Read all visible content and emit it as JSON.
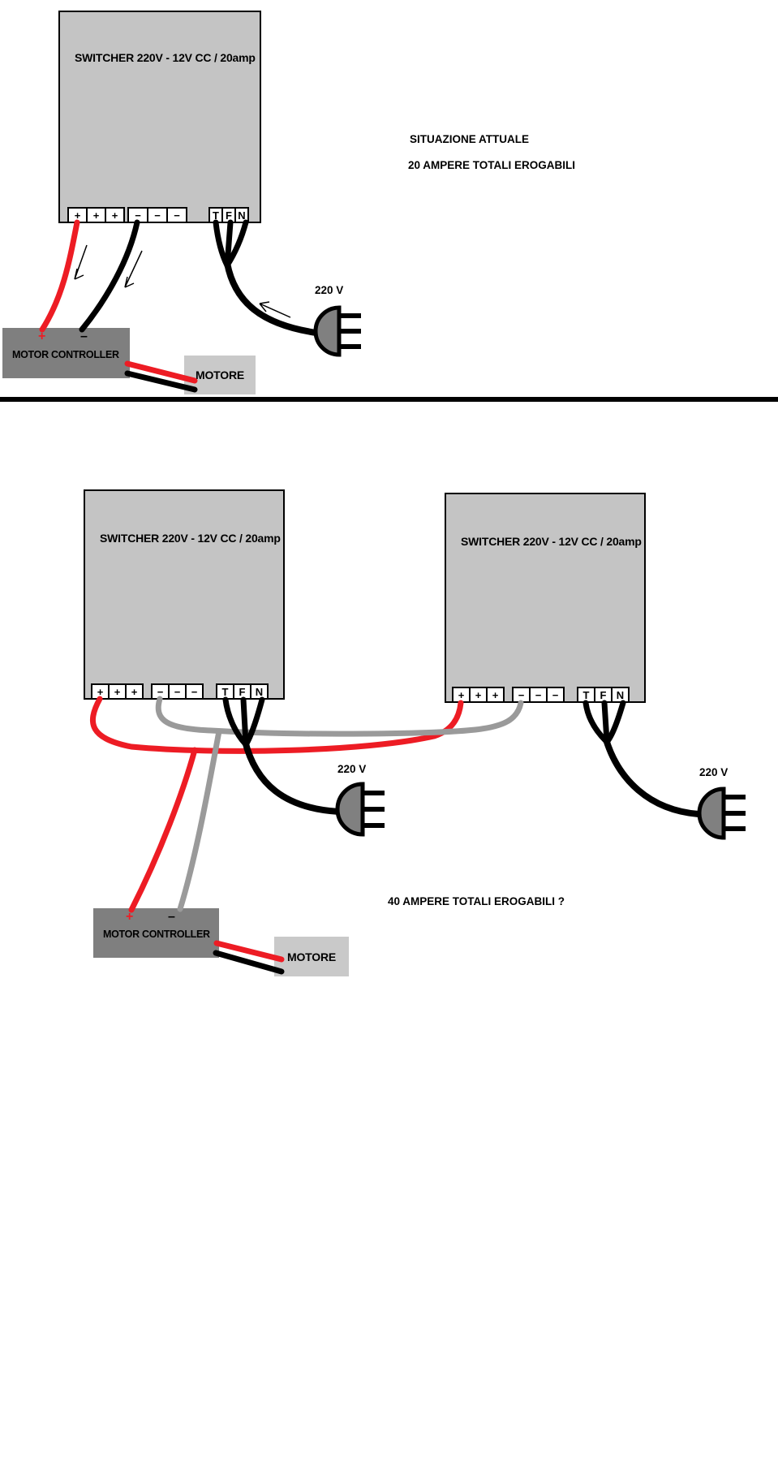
{
  "diagram": {
    "top": {
      "switcher_title": "SWITCHER 220V - 12V CC / 20amp",
      "note_line1": "SITUAZIONE ATTUALE",
      "note_line2": "20 AMPERE TOTALI EROGABILI",
      "mains_voltage": "220 V",
      "controller_label": "MOTOR CONTROLLER",
      "controller_plus": "+",
      "controller_minus": "–",
      "motor_label": "MOTORE"
    },
    "bottom": {
      "switcher_left_title": "SWITCHER 220V - 12V CC / 20amp",
      "switcher_right_title": "SWITCHER 220V - 12V CC / 20amp",
      "note": "40 AMPERE TOTALI EROGABILI ?",
      "mains_voltage_left": "220 V",
      "mains_voltage_right": "220 V",
      "controller_label": "MOTOR CONTROLLER",
      "controller_plus": "+",
      "controller_minus": "–",
      "motor_label": "MOTORE"
    },
    "terminals": [
      "+",
      "+",
      "+",
      "−",
      "−",
      "−",
      "T",
      "F",
      "N"
    ],
    "colors": {
      "positive_wire": "#ed1c24",
      "negative_wire": "#000000",
      "shared_negative_wire": "#9a9a9a",
      "switcher_fill": "#c4c4c4",
      "controller_fill": "#7f7f7f",
      "motor_fill": "#c9c9c9",
      "plug_fill": "#808080"
    }
  }
}
